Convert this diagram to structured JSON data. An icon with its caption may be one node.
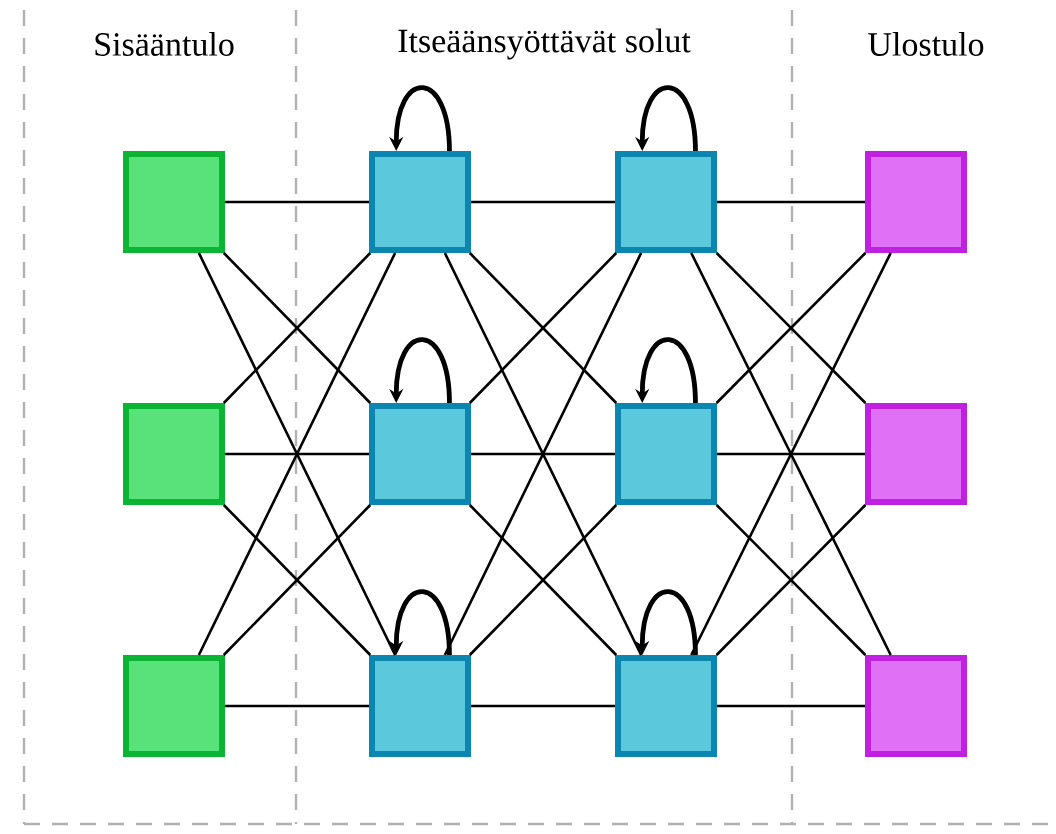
{
  "diagram": {
    "nodes": [
      {
        "text": [],
        "shape": "box"
      },
      {
        "text": [],
        "shape": "box"
      },
      {
        "text": [],
        "shape": "box"
      },
      {
        "text": [],
        "shape": "box"
      },
      {
        "text": [],
        "shape": "box"
      },
      {
        "text": [],
        "shape": "box"
      },
      {
        "text": [],
        "shape": "box"
      },
      {
        "text": [],
        "shape": "box"
      },
      {
        "text": [],
        "shape": "box"
      },
      {
        "text": [],
        "shape": "box"
      },
      {
        "text": [],
        "shape": "box"
      },
      {
        "text": [],
        "shape": "box"
      }
    ],
    "edges": [
      {
        "from": 0,
        "to": 3,
        "arrow": "none"
      },
      {
        "from": 0,
        "to": 4,
        "arrow": "none"
      },
      {
        "from": 0,
        "to": 5,
        "arrow": "none"
      },
      {
        "from": 1,
        "to": 3,
        "arrow": "none"
      },
      {
        "from": 1,
        "to": 4,
        "arrow": "none"
      },
      {
        "from": 1,
        "to": 5,
        "arrow": "none"
      },
      {
        "from": 2,
        "to": 3,
        "arrow": "none"
      },
      {
        "from": 2,
        "to": 4,
        "arrow": "none"
      },
      {
        "from": 2,
        "to": 5,
        "arrow": "none"
      },
      {
        "from": 3,
        "to": 6,
        "arrow": "none"
      },
      {
        "from": 3,
        "to": 7,
        "arrow": "none"
      },
      {
        "from": 3,
        "to": 8,
        "arrow": "none"
      },
      {
        "from": 4,
        "to": 6,
        "arrow": "none"
      },
      {
        "from": 4,
        "to": 7,
        "arrow": "none"
      },
      {
        "from": 4,
        "to": 8,
        "arrow": "none"
      },
      {
        "from": 5,
        "to": 6,
        "arrow": "none"
      },
      {
        "from": 5,
        "to": 7,
        "arrow": "none"
      },
      {
        "from": 5,
        "to": 8,
        "arrow": "none"
      },
      {
        "from": 6,
        "to": 9,
        "arrow": "none"
      },
      {
        "from": 6,
        "to": 10,
        "arrow": "none"
      },
      {
        "from": 6,
        "to": 11,
        "arrow": "none"
      },
      {
        "from": 7,
        "to": 9,
        "arrow": "none"
      },
      {
        "from": 7,
        "to": 10,
        "arrow": "none"
      },
      {
        "from": 7,
        "to": 11,
        "arrow": "none"
      },
      {
        "from": 8,
        "to": 9,
        "arrow": "none"
      },
      {
        "from": 8,
        "to": 10,
        "arrow": "none"
      },
      {
        "from": 8,
        "to": 11,
        "arrow": "none"
      },
      {
        "from": 3,
        "to": 3,
        "arrow": "to"
      },
      {
        "from": 4,
        "to": 4,
        "arrow": "to"
      },
      {
        "from": 5,
        "to": 5,
        "arrow": "to"
      },
      {
        "from": 6,
        "to": 6,
        "arrow": "to"
      },
      {
        "from": 7,
        "to": 7,
        "arrow": "to"
      },
      {
        "from": 8,
        "to": 8,
        "arrow": "to"
      }
    ],
    "labels": [
      "Sisääntulo",
      "Itseäänsyöttävät solut",
      "Ulostulo"
    ]
  }
}
